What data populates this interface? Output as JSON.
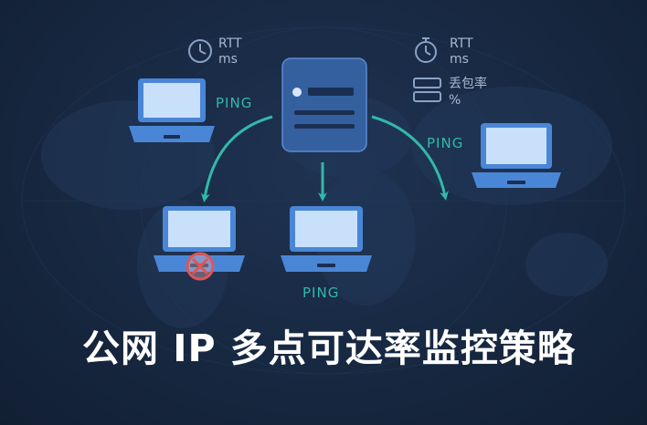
{
  "labels": {
    "ping_left": "PING",
    "ping_right": "PING",
    "ping_bottom": "PING"
  },
  "metrics": {
    "rtt_left": "RTT",
    "rtt_left_unit": "ms",
    "rtt_right": "RTT",
    "rtt_right_unit": "ms",
    "loss_label": "丢包率",
    "loss_unit": "%"
  },
  "title": "公网 IP 多点可达率监控策略",
  "icons": [
    "clock-icon",
    "stopwatch-icon",
    "server-icon",
    "laptop-icon",
    "loss-bars-icon",
    "failure-x-icon"
  ],
  "colors": {
    "background": "#17263f",
    "accent_teal": "#33b8a9",
    "laptop_blue": "#4a86d6",
    "server_blue": "#3560a0",
    "error_red": "#e05555"
  }
}
